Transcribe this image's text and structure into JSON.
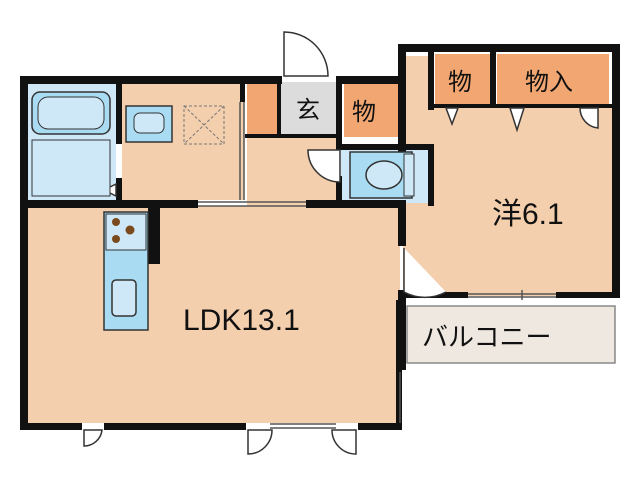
{
  "floorplan": {
    "rooms": {
      "ldk": "LDK13.1",
      "western": "洋6.1",
      "balcony": "バルコニー",
      "entrance": "玄",
      "storage_entrance": "物",
      "storage_small": "物",
      "storage_large": "物入"
    },
    "colors": {
      "wall": "#111111",
      "room_floor": "#f4cfae",
      "wet_area": "#cfe8f7",
      "fixture": "#a9dcf3",
      "storage": "#f2a772",
      "entrance_floor": "#dcdcdc",
      "balcony": "#efe8e0"
    }
  }
}
